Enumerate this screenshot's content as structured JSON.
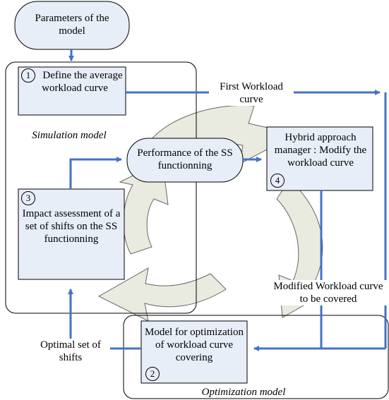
{
  "nodes": {
    "parameters": "Parameters of the model",
    "define_curve": {
      "number": "1",
      "text": "Define the average workload curve"
    },
    "impact": {
      "number": "3",
      "text": "Impact assessment of a set of shifts on the SS functionning"
    },
    "performance": "Performance of the SS functionning",
    "hybrid": {
      "number": "4",
      "text": "Hybrid approach manager : Modify the workload curve"
    },
    "optimization": {
      "number": "2",
      "text": "Model for optimization of workload curve covering"
    }
  },
  "groups": {
    "simulation": "Simulation model",
    "optimization": "Optimization model"
  },
  "edge_labels": {
    "first_workload": "First Workload curve",
    "modified_workload": "Modified Workload curve to be covered",
    "optimal_shifts": "Optimal set of shifts"
  },
  "colors": {
    "box_fill": "#e8eef8",
    "arrow": "#4472c4",
    "cycle_fill": "#e9ebe1"
  }
}
